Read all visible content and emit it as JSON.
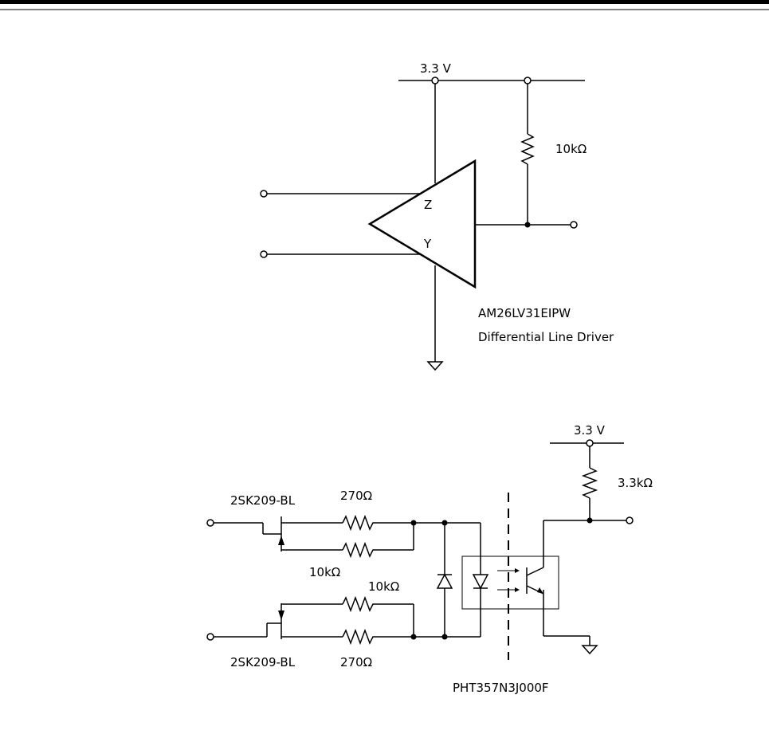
{
  "driver": {
    "supply_label": "3.3 V",
    "pullup_label": "10kΩ",
    "pin_z": "Z",
    "pin_y": "Y",
    "part_number": "AM26LV31EIPW",
    "description": "Differential Line Driver"
  },
  "receiver": {
    "supply_label": "3.3 V",
    "pullup_label": "3.3kΩ",
    "fet_top_label": "2SK209-BL",
    "fet_bottom_label": "2SK209-BL",
    "r_top_upper_label": "270Ω",
    "r_top_lower_label": "10kΩ",
    "r_bottom_upper_label": "10kΩ",
    "r_bottom_lower_label": "270Ω",
    "optocoupler_part": "PHT357N3J000F"
  }
}
